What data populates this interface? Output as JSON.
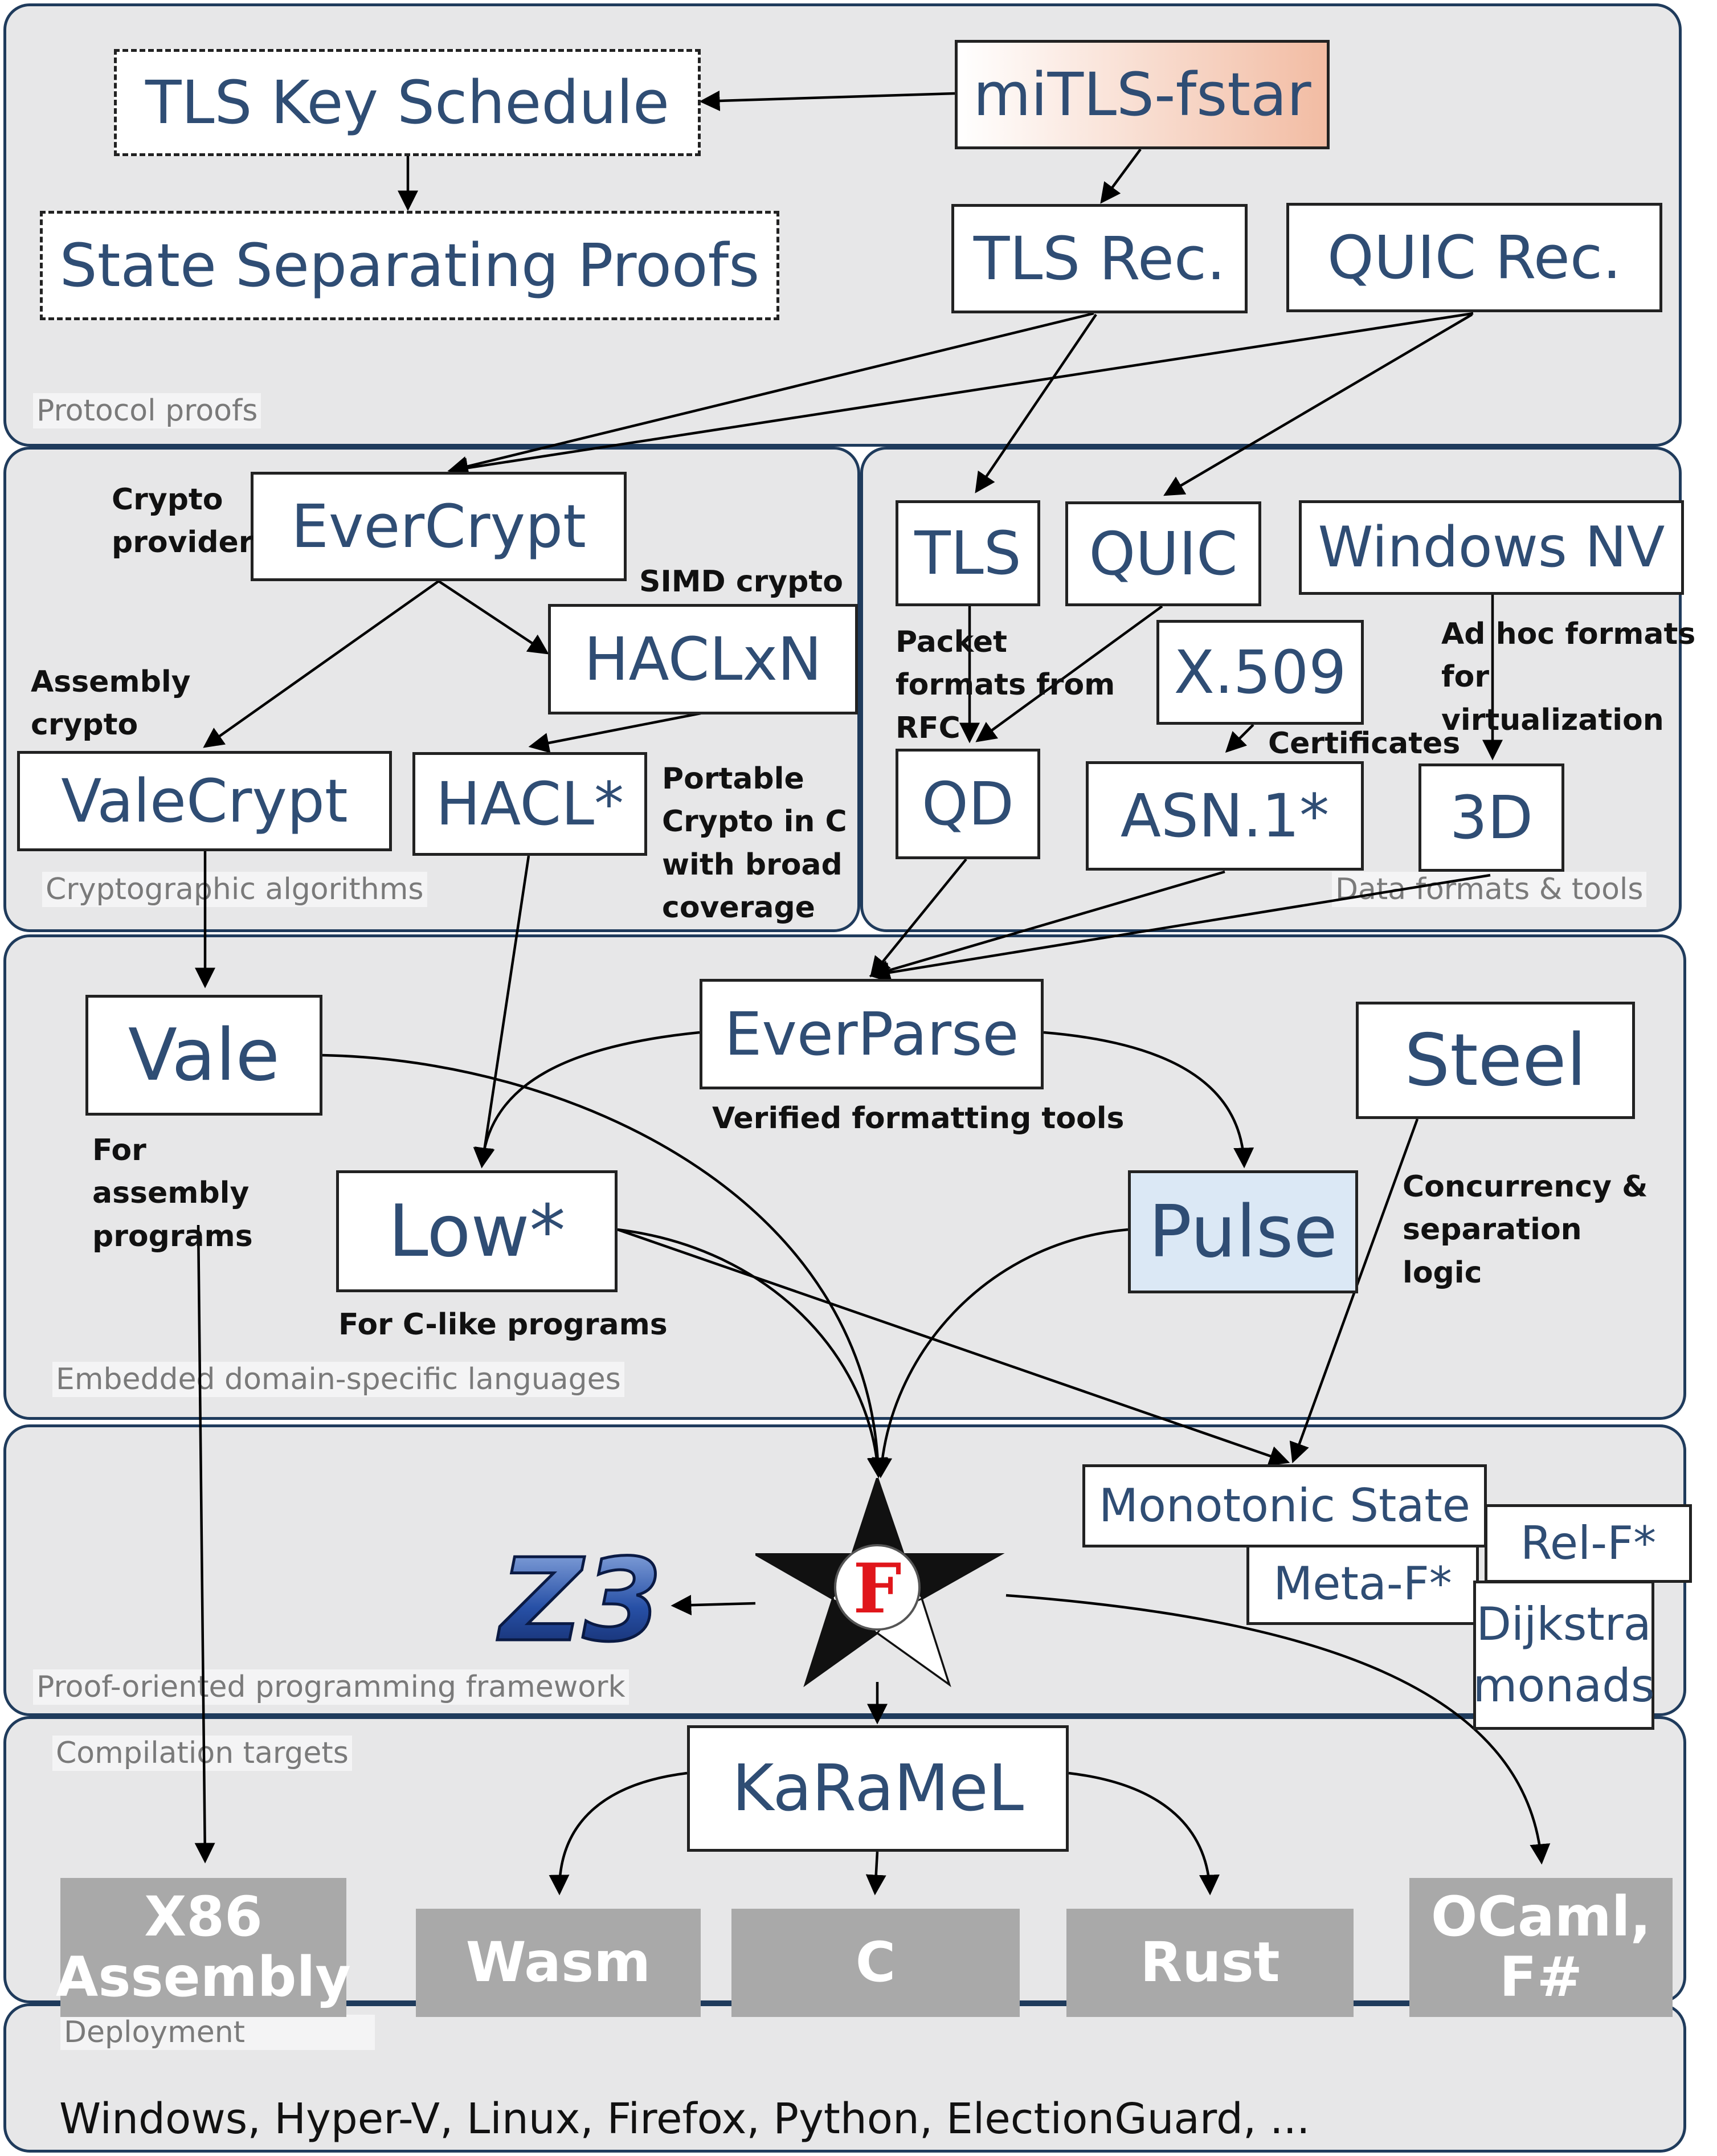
{
  "panels": {
    "protocol": "Protocol proofs",
    "crypto": "Cryptographic algorithms",
    "data": "Data formats & tools",
    "edsl": "Embedded domain-specific languages",
    "framework": "Proof-oriented programming framework",
    "compilation": "Compilation targets",
    "deployment": "Deployment"
  },
  "boxes": {
    "tls_key_schedule": "TLS Key Schedule",
    "miTLS": "miTLS-fstar",
    "state_sep": "State Separating Proofs",
    "tls_rec": "TLS Rec.",
    "quic_rec": "QUIC Rec.",
    "evercrypt": "EverCrypt",
    "haclxn": "HACLxN",
    "valecrypt": "ValeCrypt",
    "haclstar": "HACL*",
    "tls": "TLS",
    "quic": "QUIC",
    "windows_nv": "Windows NV",
    "x509": "X.509",
    "qd": "QD",
    "asn1": "ASN.1*",
    "threed": "3D",
    "vale": "Vale",
    "everparse": "EverParse",
    "steel": "Steel",
    "lowstar": "Low*",
    "pulse": "Pulse",
    "monotonic": "Monotonic State",
    "relf": "Rel-F*",
    "metaf": "Meta-F*",
    "dijkstra": "Dijkstra monads",
    "karamel": "KaRaMeL"
  },
  "notes": {
    "crypto_provider": "Crypto provider",
    "simd_crypto": "SIMD crypto",
    "assembly_crypto": "Assembly crypto",
    "portable_crypto": "Portable Crypto in C with broad coverage",
    "packet_formats": "Packet formats from RFC",
    "adhoc_formats": "Ad hoc formats for virtualization",
    "certificates": "Certificates",
    "for_assembly": "For assembly programs",
    "verified_formatting": "Verified formatting tools",
    "concurrency": "Concurrency & separation logic",
    "for_c_like": "For C-like programs"
  },
  "logos": {
    "z3": "Z3",
    "fstar": "F"
  },
  "targets": {
    "x86": "X86 Assembly",
    "wasm": "Wasm",
    "c": "C",
    "rust": "Rust",
    "ocaml": "OCaml, F#"
  },
  "deployment_text": "Windows, Hyper-V, Linux, Firefox, Python, ElectionGuard, ...",
  "colors": {
    "panel_fill": "#e7e7e8",
    "panel_border": "#1f3b5c",
    "box_text": "#2f4d74",
    "target_fill": "#a9a9a9",
    "mitls_gradient_end": "#f2bca3",
    "pulse_fill": "#dbe8f5",
    "z3_blue": "#2750a6"
  }
}
